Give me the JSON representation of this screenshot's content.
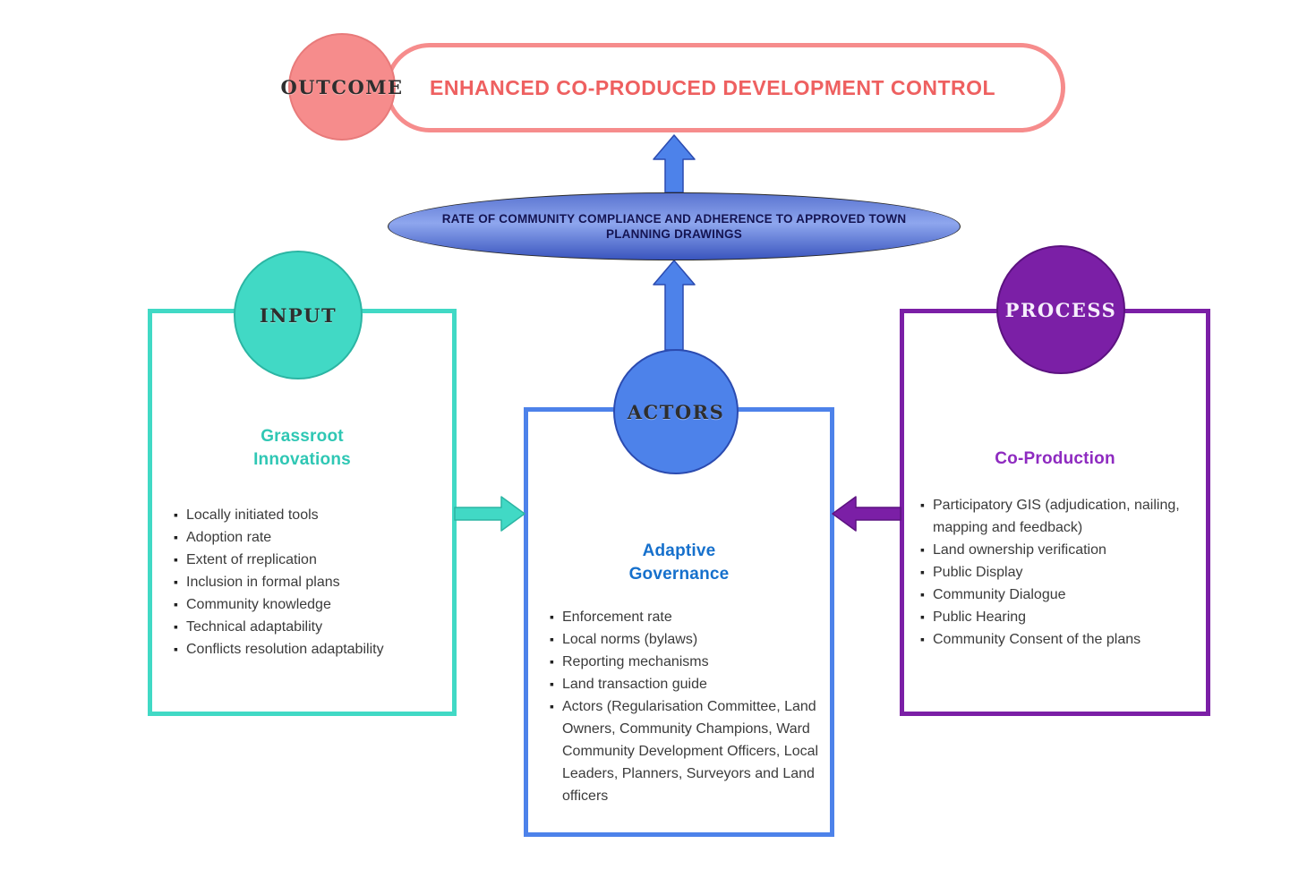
{
  "colors": {
    "salmon": "#F68C8C",
    "salmon-dark": "#E87A7A",
    "salmon-text": "#EE6060",
    "teal": "#41D9C5",
    "teal-dark": "#2BB5A3",
    "teal-text": "#2FC7B4",
    "blue": "#4D82EA",
    "blue-dark": "#2B4BB0",
    "blue-text": "#1670CC",
    "purple": "#7B1FA6",
    "purple-dark": "#5C1280",
    "purple-text": "#8E2AC0",
    "ellipse-top": "#5A74D0",
    "ellipse-mid": "#8EA6EE",
    "ellipse-bottom": "#3A55BE",
    "ink-navy": "#141452",
    "body-text": "#3B3B3B"
  },
  "outcome": {
    "badge": "OUTCOME",
    "label": "ENHANCED CO-PRODUCED DEVELOPMENT CONTROL"
  },
  "indicator": {
    "label": "RATE OF COMMUNITY COMPLIANCE AND ADHERENCE TO  APPROVED TOWN\nPLANNING DRAWINGS"
  },
  "panels": {
    "input": {
      "badge": "INPUT",
      "title": "Grassroot\nInnovations",
      "items": [
        "Locally initiated tools",
        "Adoption rate",
        "Extent of rreplication",
        "Inclusion in formal plans",
        "Community knowledge",
        "Technical adaptability",
        "Conflicts resolution adaptability"
      ]
    },
    "actors": {
      "badge": "ACTORS",
      "title": "Adaptive\nGovernance",
      "items": [
        "Enforcement rate",
        "Local norms (bylaws)",
        "Reporting mechanisms",
        "Land transaction guide",
        "Actors (Regularisation Committee, Land Owners, Community Champions, Ward Community Development Officers, Local Leaders, Planners, Surveyors and Land officers"
      ]
    },
    "process": {
      "badge": "PROCESS",
      "title": "Co-Production",
      "items": [
        "Participatory GIS (adjudication, nailing, mapping and feedback)",
        "Land ownership verification",
        "Public Display",
        "Community Dialogue",
        "Public Hearing",
        "Community Consent of the plans"
      ]
    }
  }
}
